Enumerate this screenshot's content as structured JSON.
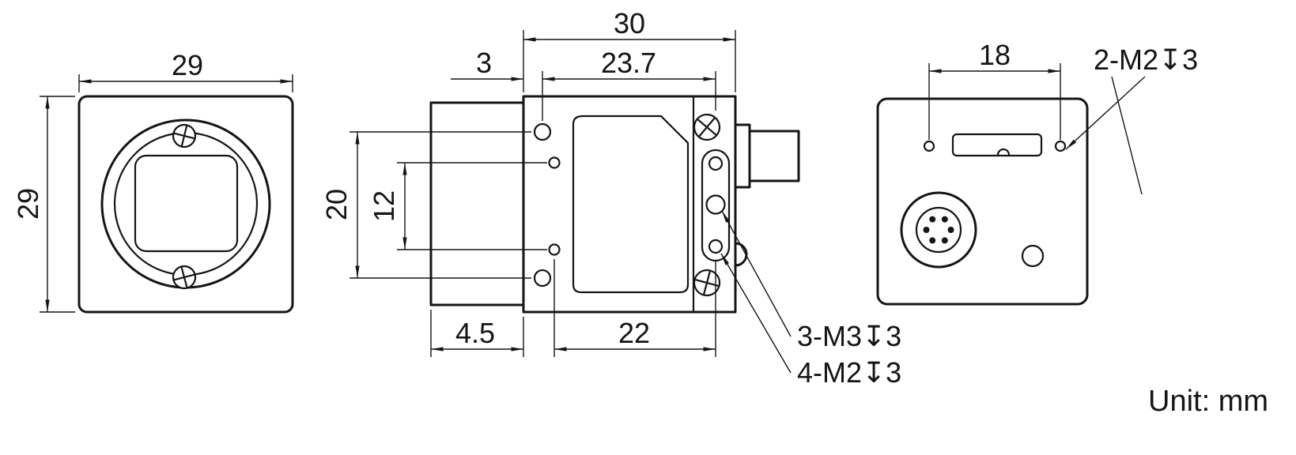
{
  "drawing": {
    "unit_label": "Unit: mm",
    "front_view": {
      "width": "29",
      "height": "29"
    },
    "side_view": {
      "body_width": "30",
      "hole_pitch_h": "23.7",
      "edge_offset": "3",
      "hole_pitch_v_outer": "20",
      "hole_pitch_v_inner": "12",
      "flange_depth": "4.5",
      "hole_pitch_bottom": "22",
      "m3_holes_label": "3-M3↧3",
      "m2_holes_label": "4-M2↧3"
    },
    "rear_view": {
      "hole_pitch": "18",
      "m2_holes_label": "2-M2↧3"
    }
  }
}
